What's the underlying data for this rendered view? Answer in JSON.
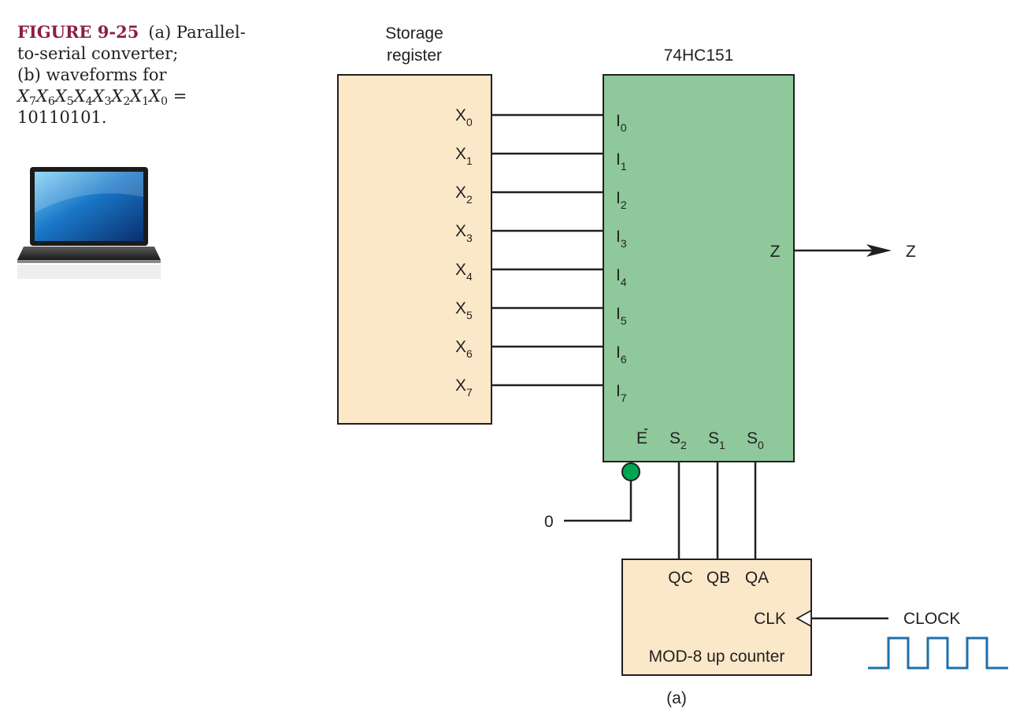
{
  "caption": {
    "figure_label": "FIGURE 9-25",
    "line1_text": "(a) Parallel-",
    "line2": "to-serial converter;",
    "line3": "(b) waveforms for",
    "equation_vars": [
      {
        "letter": "X",
        "sub": "7"
      },
      {
        "letter": "X",
        "sub": "6"
      },
      {
        "letter": "X",
        "sub": "5"
      },
      {
        "letter": "X",
        "sub": "4"
      },
      {
        "letter": "X",
        "sub": "3"
      },
      {
        "letter": "X",
        "sub": "2"
      },
      {
        "letter": "X",
        "sub": "1"
      },
      {
        "letter": "X",
        "sub": "0"
      }
    ],
    "equation_equals": "=",
    "line5": "10110101."
  },
  "icon": "laptop-icon",
  "storage_register": {
    "title_line1": "Storage",
    "title_line2": "register",
    "outputs": [
      {
        "letter": "X",
        "sub": "0"
      },
      {
        "letter": "X",
        "sub": "1"
      },
      {
        "letter": "X",
        "sub": "2"
      },
      {
        "letter": "X",
        "sub": "3"
      },
      {
        "letter": "X",
        "sub": "4"
      },
      {
        "letter": "X",
        "sub": "5"
      },
      {
        "letter": "X",
        "sub": "6"
      },
      {
        "letter": "X",
        "sub": "7"
      }
    ],
    "fill": "#fbe8c8"
  },
  "mux": {
    "title": "74HC151",
    "inputs": [
      {
        "letter": "I",
        "sub": "0"
      },
      {
        "letter": "I",
        "sub": "1"
      },
      {
        "letter": "I",
        "sub": "2"
      },
      {
        "letter": "I",
        "sub": "3"
      },
      {
        "letter": "I",
        "sub": "4"
      },
      {
        "letter": "I",
        "sub": "5"
      },
      {
        "letter": "I",
        "sub": "6"
      },
      {
        "letter": "I",
        "sub": "7"
      }
    ],
    "output_pin": "Z",
    "enable_pin": "E",
    "select_pins": [
      {
        "letter": "S",
        "sub": "2"
      },
      {
        "letter": "S",
        "sub": "1"
      },
      {
        "letter": "S",
        "sub": "0"
      }
    ],
    "fill": "#8ec89b"
  },
  "output_label": "Z",
  "enable_input_value": "0",
  "enable_bubble_color": "#00a651",
  "counter": {
    "outputs": [
      "QC",
      "QB",
      "QA"
    ],
    "clk_label": "CLK",
    "name": "MOD-8 up counter",
    "fill": "#fbe8c8"
  },
  "clock": {
    "label": "CLOCK",
    "waveform_color": "#1f6fa8"
  },
  "part_label": "(a)"
}
